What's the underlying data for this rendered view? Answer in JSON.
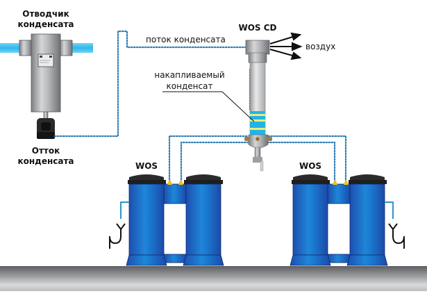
{
  "labels": {
    "separator_title_line1": "Отводчик",
    "separator_title_line2": "конденсата",
    "drain_title_line1": "Отток",
    "drain_title_line2": "конденсата",
    "condensate_flow": "поток конденсата",
    "wos_cd": "WOS CD",
    "air": "воздух",
    "accumulated_line1": "накапливаемый",
    "accumulated_line2": "конденсат",
    "wos_left": "WOS",
    "wos_right": "WOS"
  },
  "colors": {
    "pipe_blue": "#3ec3ef",
    "flow_dots": "#2f7fb5",
    "tank_blue": "#1f6fd0",
    "tank_lid": "#2b2b2b",
    "fitting_yellow": "#f2c21a",
    "ground_gray": "#a9aaac"
  }
}
